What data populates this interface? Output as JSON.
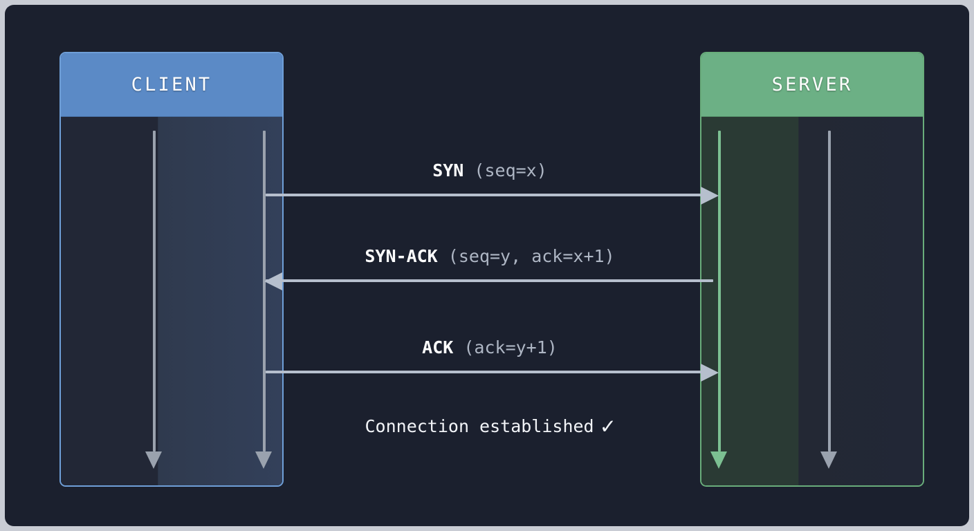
{
  "diagram": {
    "type": "tcp-three-way-handshake-sequence-diagram",
    "canvas_color": "#1b202e",
    "participants": [
      {
        "id": "client",
        "title": "CLIENT",
        "header_color": "#5b8ac6",
        "border_color": "#6f9fd8",
        "lifelines": [
          {
            "name": "client-lifeline-left",
            "color": "#9aa2ae"
          },
          {
            "name": "client-lifeline-right",
            "color": "#9aa2ae"
          }
        ]
      },
      {
        "id": "server",
        "title": "SERVER",
        "header_color": "#6cb085",
        "border_color": "#69ad7b",
        "lifelines": [
          {
            "name": "server-lifeline-left",
            "color": "#7cc092"
          },
          {
            "name": "server-lifeline-right",
            "color": "#9aa2ae"
          }
        ]
      }
    ],
    "messages": [
      {
        "step": 1,
        "flag": "SYN",
        "args": "(seq=x)",
        "direction": "client-to-server",
        "arrow_color": "#b6bfcd"
      },
      {
        "step": 2,
        "flag": "SYN-ACK",
        "args": "(seq=y, ack=x+1)",
        "direction": "server-to-client",
        "arrow_color": "#b6bfcd"
      },
      {
        "step": 3,
        "flag": "ACK",
        "args": "(ack=y+1)",
        "direction": "client-to-server",
        "arrow_color": "#b6bfcd"
      }
    ],
    "note": {
      "text": "Connection established",
      "check_icon": "✓",
      "color": "#f2f4f8"
    }
  }
}
